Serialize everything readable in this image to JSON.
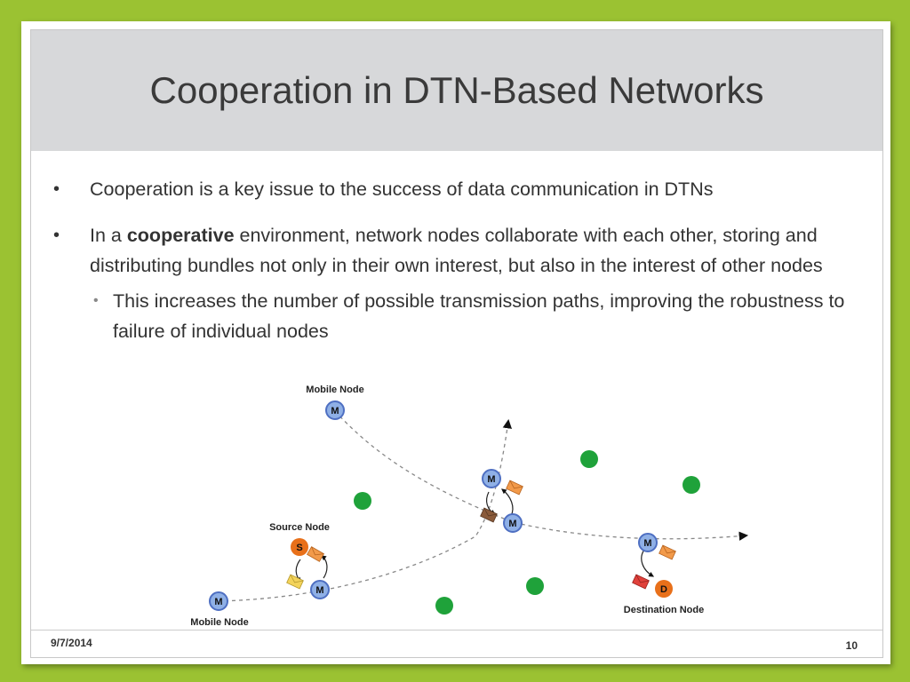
{
  "slide": {
    "title": "Cooperation in DTN-Based Networks",
    "bullets": [
      {
        "text": "Cooperation is a key issue to the success of data communication in DTNs"
      },
      {
        "prefix": "In a ",
        "bold": "cooperative",
        "suffix": " environment, network nodes collaborate with each other, storing and distributing bundles not only in their own interest, but also in the interest of other nodes"
      }
    ],
    "sub_bullet": "This increases the number of possible transmission paths, improving the robustness to failure of individual nodes"
  },
  "diagram": {
    "labels": {
      "mobile_node_top": "Mobile Node",
      "source_node": "Source Node",
      "mobile_node_bottom": "Mobile Node",
      "destination_node": "Destination Node"
    },
    "node_letters": {
      "mobile": "M",
      "source": "S",
      "destination": "D"
    },
    "colors": {
      "mobile_fill": "#8fb0e6",
      "mobile_stroke": "#4e6fc2",
      "source_fill": "#e8701a",
      "destination_fill": "#e8701a",
      "static_node": "#1fa23a",
      "bundle_orange": "#f29a4a",
      "bundle_yellow": "#f3d35a",
      "bundle_brown": "#8a5a3a",
      "bundle_red": "#e0413b"
    }
  },
  "footer": {
    "date": "9/7/2014",
    "page_number": "10"
  }
}
